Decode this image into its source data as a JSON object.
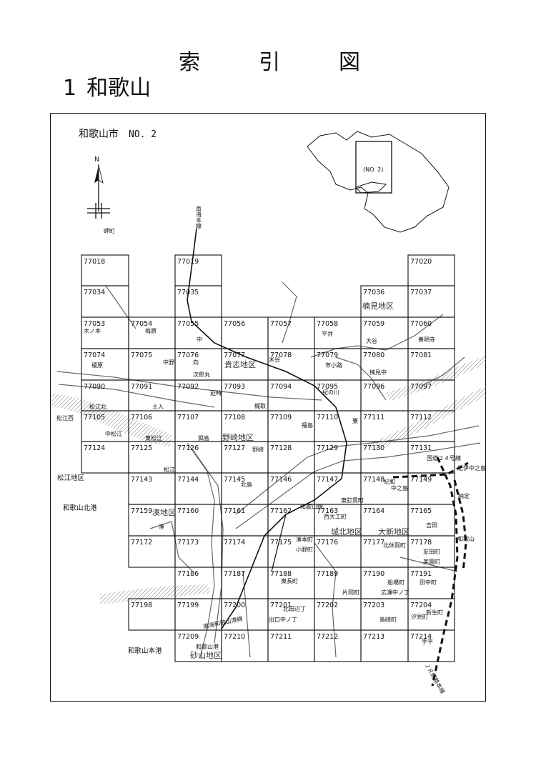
{
  "heading": {
    "chars": [
      "索",
      "引",
      "図"
    ]
  },
  "section": {
    "number": "1",
    "name": "和歌山"
  },
  "map_title": {
    "city": "和歌山市",
    "number": "NO. 2"
  },
  "north_label": "N",
  "inset_label": "(NO. 2)",
  "grid": {
    "rows": [
      [
        {
          "c": 1,
          "id": "77018"
        },
        {
          "c": 3,
          "id": "77019"
        },
        {
          "c": 8,
          "id": "77020"
        }
      ],
      [
        {
          "c": 1,
          "id": "77034"
        },
        {
          "c": 3,
          "id": "77035"
        },
        {
          "c": 7,
          "id": "77036"
        },
        {
          "c": 8,
          "id": "77037"
        }
      ],
      [
        {
          "c": 1,
          "id": "77053"
        },
        {
          "c": 2,
          "id": "77054"
        },
        {
          "c": 3,
          "id": "77055"
        },
        {
          "c": 4,
          "id": "77056"
        },
        {
          "c": 5,
          "id": "77057"
        },
        {
          "c": 6,
          "id": "77058"
        },
        {
          "c": 7,
          "id": "77059"
        },
        {
          "c": 8,
          "id": "77060"
        }
      ],
      [
        {
          "c": 1,
          "id": "77074"
        },
        {
          "c": 2,
          "id": "77075"
        },
        {
          "c": 3,
          "id": "77076"
        },
        {
          "c": 4,
          "id": "77077"
        },
        {
          "c": 5,
          "id": "77078"
        },
        {
          "c": 6,
          "id": "77079"
        },
        {
          "c": 7,
          "id": "77080"
        },
        {
          "c": 8,
          "id": "77081"
        }
      ],
      [
        {
          "c": 1,
          "id": "77090"
        },
        {
          "c": 2,
          "id": "77091"
        },
        {
          "c": 3,
          "id": "77092"
        },
        {
          "c": 4,
          "id": "77093"
        },
        {
          "c": 5,
          "id": "77094"
        },
        {
          "c": 6,
          "id": "77095"
        },
        {
          "c": 7,
          "id": "77096"
        },
        {
          "c": 8,
          "id": "77097"
        }
      ],
      [
        {
          "c": 1,
          "id": "77105"
        },
        {
          "c": 2,
          "id": "77106"
        },
        {
          "c": 3,
          "id": "77107"
        },
        {
          "c": 4,
          "id": "77108"
        },
        {
          "c": 5,
          "id": "77109"
        },
        {
          "c": 6,
          "id": "77110"
        },
        {
          "c": 7,
          "id": "77111"
        },
        {
          "c": 8,
          "id": "77112"
        }
      ],
      [
        {
          "c": 1,
          "id": "77124"
        },
        {
          "c": 2,
          "id": "77125"
        },
        {
          "c": 3,
          "id": "77126"
        },
        {
          "c": 4,
          "id": "77127"
        },
        {
          "c": 5,
          "id": "77128"
        },
        {
          "c": 6,
          "id": "77129"
        },
        {
          "c": 7,
          "id": "77130"
        },
        {
          "c": 8,
          "id": "77131"
        }
      ],
      [
        {
          "c": 2,
          "id": "77143"
        },
        {
          "c": 3,
          "id": "77144"
        },
        {
          "c": 4,
          "id": "77145"
        },
        {
          "c": 5,
          "id": "77146"
        },
        {
          "c": 6,
          "id": "77147"
        },
        {
          "c": 7,
          "id": "77148"
        },
        {
          "c": 8,
          "id": "77149"
        }
      ],
      [
        {
          "c": 2,
          "id": "77159"
        },
        {
          "c": 3,
          "id": "77160"
        },
        {
          "c": 4,
          "id": "77161"
        },
        {
          "c": 5,
          "id": "77162"
        },
        {
          "c": 6,
          "id": "77163"
        },
        {
          "c": 7,
          "id": "77164"
        },
        {
          "c": 8,
          "id": "77165"
        }
      ],
      [
        {
          "c": 2,
          "id": "77172"
        },
        {
          "c": 3,
          "id": "77173"
        },
        {
          "c": 4,
          "id": "77174"
        },
        {
          "c": 5,
          "id": "77175"
        },
        {
          "c": 6,
          "id": "77176"
        },
        {
          "c": 7,
          "id": "77177"
        },
        {
          "c": 8,
          "id": "77178"
        }
      ],
      [
        {
          "c": 3,
          "id": "77186"
        },
        {
          "c": 4,
          "id": "77187"
        },
        {
          "c": 5,
          "id": "77188"
        },
        {
          "c": 6,
          "id": "77189"
        },
        {
          "c": 7,
          "id": "77190"
        },
        {
          "c": 8,
          "id": "77191"
        }
      ],
      [
        {
          "c": 2,
          "id": "77198"
        },
        {
          "c": 3,
          "id": "77199"
        },
        {
          "c": 4,
          "id": "77200"
        },
        {
          "c": 5,
          "id": "77201"
        },
        {
          "c": 6,
          "id": "77202"
        },
        {
          "c": 7,
          "id": "77203"
        },
        {
          "c": 8,
          "id": "77204"
        }
      ],
      [
        {
          "c": 3,
          "id": "77209"
        },
        {
          "c": 4,
          "id": "77210"
        },
        {
          "c": 5,
          "id": "77211"
        },
        {
          "c": 6,
          "id": "77212"
        },
        {
          "c": 7,
          "id": "77213"
        },
        {
          "c": 8,
          "id": "77214"
        }
      ]
    ]
  },
  "place_labels": {
    "misaki": "岬町",
    "nankai": "南海本線",
    "kinomoto": "木ノ本",
    "umehara": "梅原",
    "naka": "中",
    "hirai": "平井",
    "otani": "大谷",
    "zenmyoji": "善明寺",
    "kusumi_district": "楠見地区",
    "enohara": "榎原",
    "nakano": "中野",
    "muko": "向",
    "kishi_district": "貴志地区",
    "kometani": "米谷",
    "ichikoji": "市小路",
    "kusumi_naka": "楠見中",
    "jirouemaru": "次郎丸",
    "nobetoki": "延時",
    "kajitori": "梶取",
    "kinokawa": "紀の川",
    "matsue_kita": "松江北",
    "tsuchiiri": "土入",
    "fukushima": "福島",
    "awa": "粟",
    "matsue_nishi": "松江西",
    "naka_matsue": "中松江",
    "higashi_matsue": "東松江",
    "komorishima": "狐島",
    "nozaki_district": "野崎地区",
    "matsue": "松江",
    "nozaki": "野崎",
    "kokudo24": "国道２４号線",
    "kii_nakanoshima": "紀伊中之島",
    "matsue_district": "松江地区",
    "kitajima": "北島",
    "kiwa": "紀和",
    "nakanoshima": "中之島",
    "nojo": "納定",
    "wakayama_hokko": "和歌山北港",
    "higashikugimachi": "東釘貫町",
    "minato_district": "湊地区",
    "minato": "湊",
    "wakayama_line": "和歌山線",
    "nishi_daikumachi": "西大工町",
    "yoshida": "吉田",
    "johoku_district": "城北地区",
    "oshinkin_district": "大新地区",
    "wakayama_st": "和歌山",
    "minatohonmachi": "湊本町",
    "onomachi": "小野町",
    "kitakyugacho": "北休賀町",
    "tomodacho": "友田町",
    "mizonocho": "美園町",
    "higashinagamachi": "東長町",
    "funabacho": "船場町",
    "tanakacho": "田中町",
    "kataoka": "片岡町",
    "hiroseichi": "広瀬中ノ丁",
    "kitadeguchi": "北田辺丁",
    "deguchi": "出口中ノ丁",
    "shimazaki": "島崎町",
    "shinseicho": "新生町",
    "shiomicho": "汐見町",
    "teppei": "手平",
    "nankai_kokoku": "南海和歌山港線",
    "wakayamako_label": "和歌山港",
    "wakayama_honko": "和歌山本港",
    "sunayama_district": "砂山地区",
    "jr_kisei": "ＪＲ紀勢本線"
  }
}
